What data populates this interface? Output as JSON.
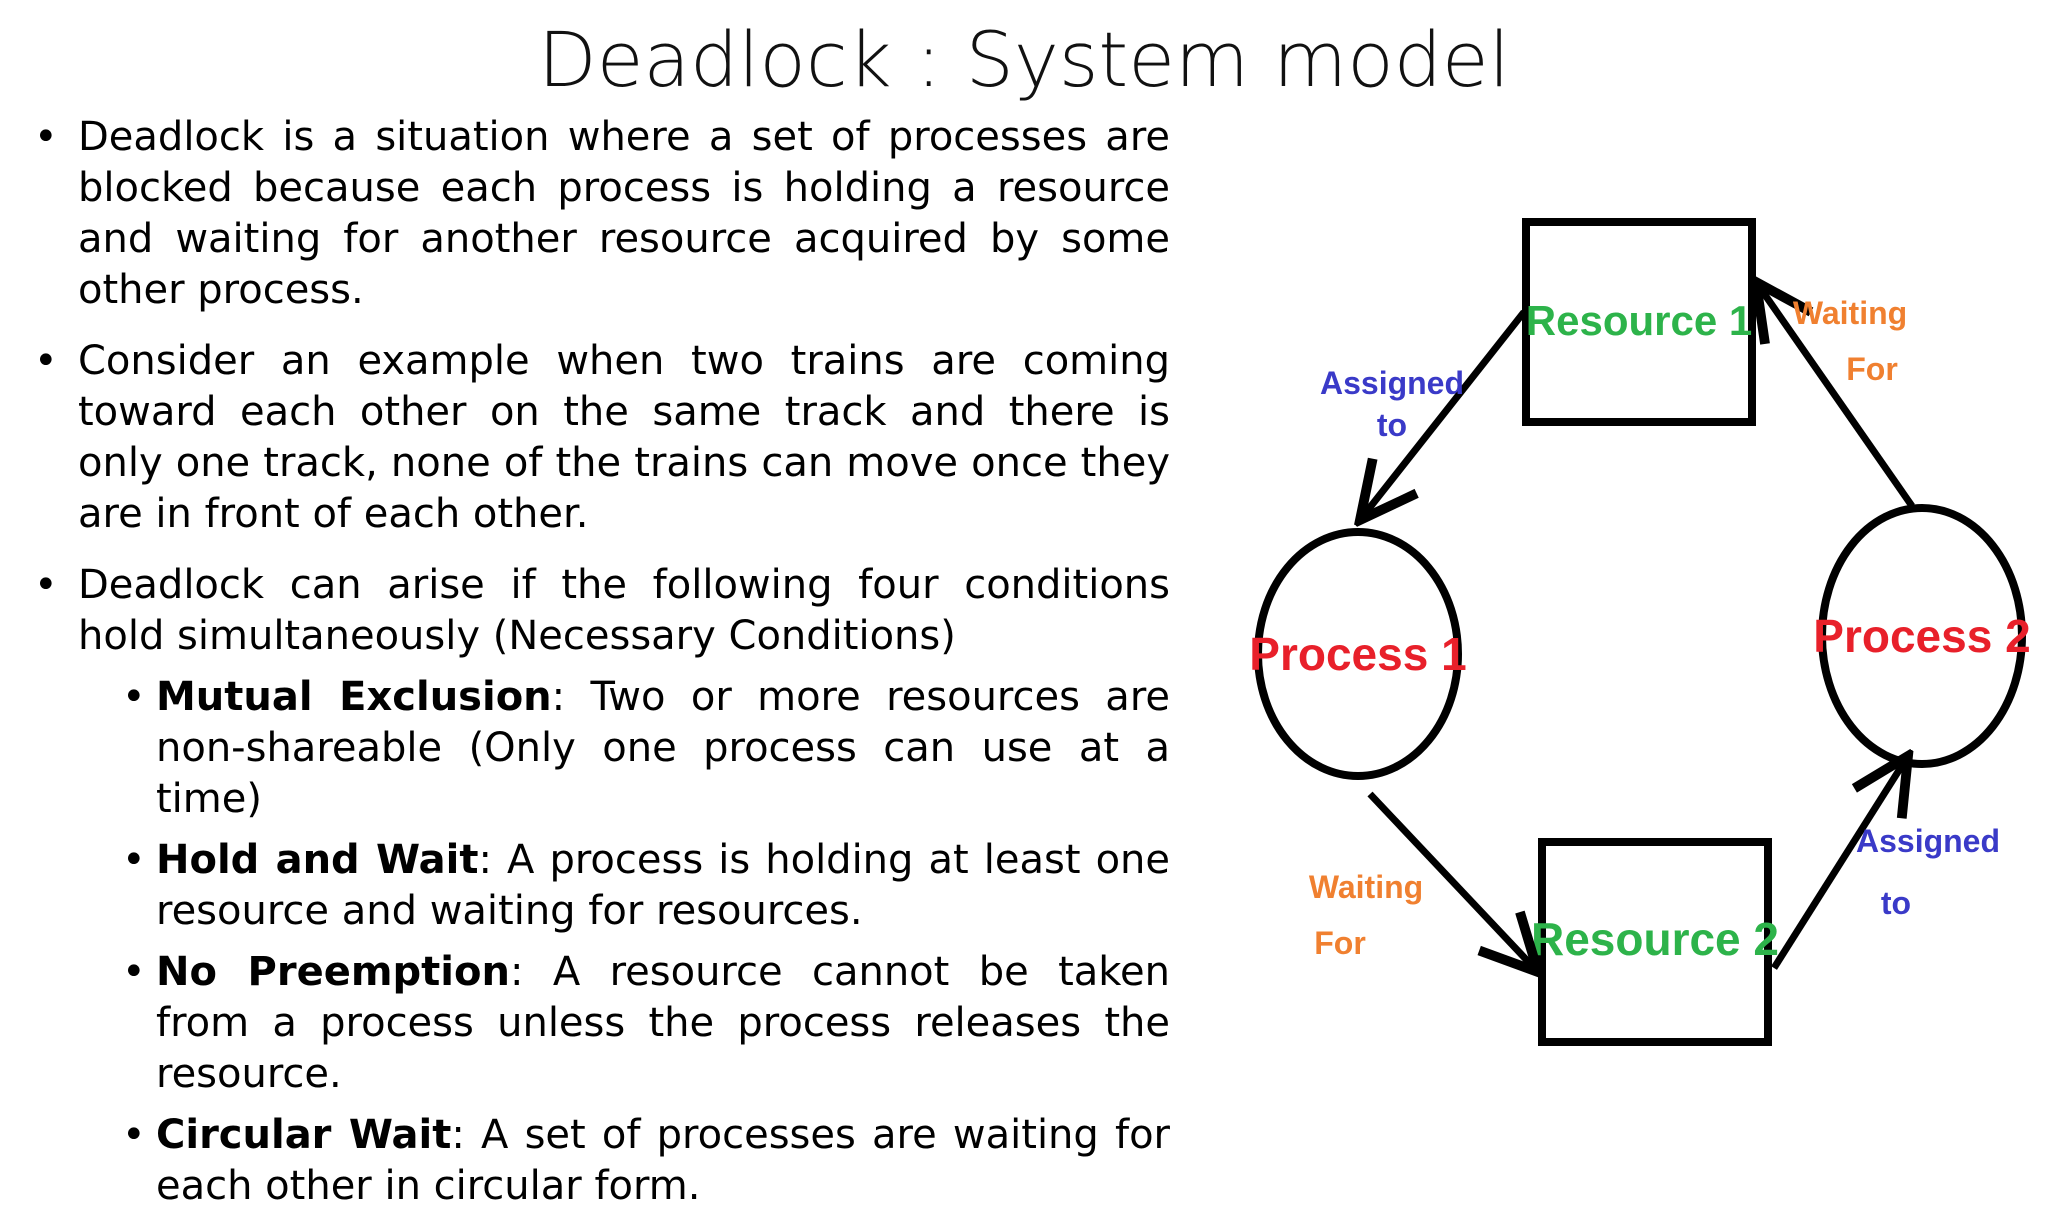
{
  "slide": {
    "title": "Deadlock : System model",
    "bullets": [
      "Deadlock is a situation where a set of processes are blocked because each process is holding a resource and waiting for another resource acquired by some other process.",
      "Consider an example when two trains are coming toward each other on the same track and there is only one track, none of the trains can move once they are in front of each other.",
      "Deadlock can arise if the following four conditions hold simultaneously (Necessary Conditions)"
    ],
    "conditions": [
      {
        "term": "Mutual Exclusion",
        "desc": ": Two or more resources are non-shareable (Only one process can use at a time)"
      },
      {
        "term": "Hold and Wait",
        "desc": ": A process is holding at least one resource and waiting for resources."
      },
      {
        "term": "No Preemption",
        "desc": ": A resource cannot be taken from a process unless the process releases the resource."
      },
      {
        "term": "Circular Wait",
        "desc": ": A set of processes are waiting for each other in circular form."
      }
    ]
  },
  "diagram": {
    "resource1": "Resource 1",
    "resource2": "Resource 2",
    "process1": "Process 1",
    "process2": "Process 2",
    "assigned_top_1": "Assigned",
    "assigned_top_2": "to",
    "waiting_top_1": "Waiting",
    "waiting_top_2": "For",
    "waiting_bottom_1": "Waiting",
    "waiting_bottom_2": "For",
    "assigned_bottom_1": "Assigned",
    "assigned_bottom_2": "to",
    "colors": {
      "resource": "#2db34a",
      "process": "#e8202a",
      "assigned": "#3a3ac8",
      "waiting": "#f08030"
    }
  }
}
